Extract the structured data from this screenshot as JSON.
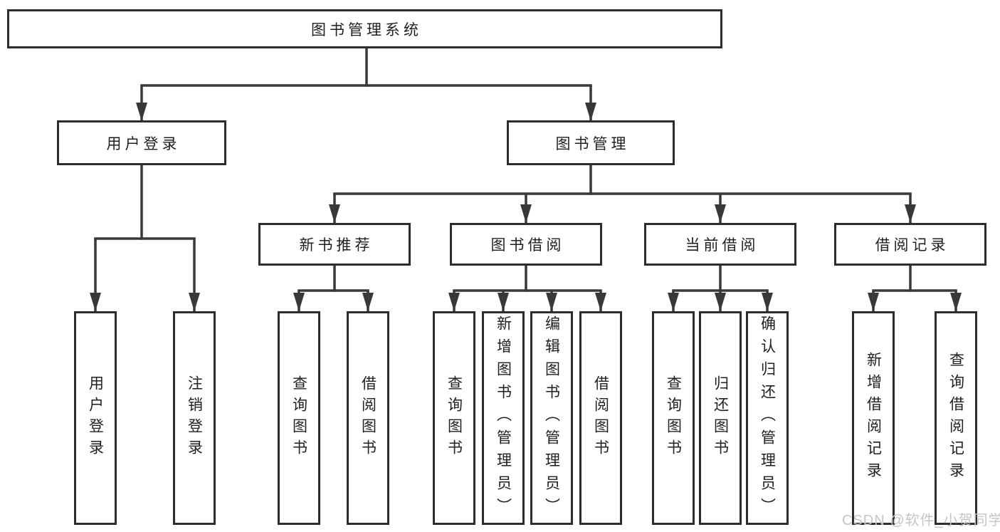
{
  "colors": {
    "line": "#383838",
    "box_border": "#2d2d2d",
    "box_fill": "#ffffff",
    "text": "#1f1f1f",
    "watermark_text_color": "#c5c5c5"
  },
  "watermark": {
    "text": "CSDN @软件_小贺同学"
  },
  "tree": {
    "root": {
      "label": "图书管理系统"
    },
    "branches": [
      {
        "label": "用户登录",
        "leaves": [
          {
            "label": "用户登录"
          },
          {
            "label": "注销登录"
          }
        ]
      },
      {
        "label": "图书管理",
        "groups": [
          {
            "label": "新书推荐",
            "leaves": [
              {
                "label": "查询图书"
              },
              {
                "label": "借阅图书"
              }
            ]
          },
          {
            "label": "图书借阅",
            "leaves": [
              {
                "label": "查询图书"
              },
              {
                "label": "新增图书（管理员）"
              },
              {
                "label": "编辑图书（管理员）"
              },
              {
                "label": "借阅图书"
              }
            ]
          },
          {
            "label": "当前借阅",
            "leaves": [
              {
                "label": "查询图书"
              },
              {
                "label": "归还图书"
              },
              {
                "label": "确认归还（管理员）"
              }
            ]
          },
          {
            "label": "借阅记录",
            "leaves": [
              {
                "label": "新增借阅记录"
              },
              {
                "label": "查询借阅记录"
              }
            ]
          }
        ]
      }
    ]
  }
}
